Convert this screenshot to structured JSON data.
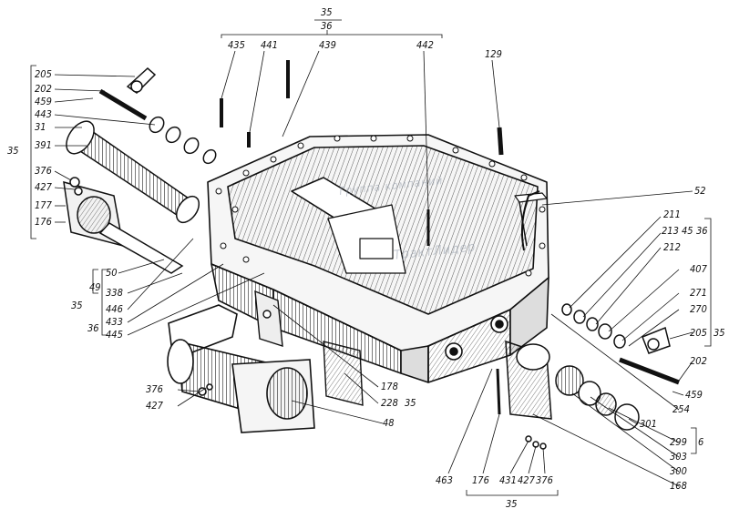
{
  "diagram": {
    "watermark_line1": "Группа компаний",
    "watermark_line2": "ТрактЛидер",
    "callouts": [
      {
        "id": "35_top",
        "text": "35"
      },
      {
        "id": "36_top",
        "text": "36"
      },
      {
        "id": "435",
        "text": "435"
      },
      {
        "id": "441",
        "text": "441"
      },
      {
        "id": "439",
        "text": "439"
      },
      {
        "id": "442",
        "text": "442"
      },
      {
        "id": "129",
        "text": "129"
      },
      {
        "id": "205_l",
        "text": "205"
      },
      {
        "id": "202_l",
        "text": "202"
      },
      {
        "id": "459_l",
        "text": "459"
      },
      {
        "id": "443",
        "text": "443"
      },
      {
        "id": "31",
        "text": "31"
      },
      {
        "id": "391",
        "text": "391"
      },
      {
        "id": "35_left",
        "text": "35"
      },
      {
        "id": "376_l",
        "text": "376"
      },
      {
        "id": "427_l",
        "text": "427"
      },
      {
        "id": "177",
        "text": "177"
      },
      {
        "id": "176_l",
        "text": "176"
      },
      {
        "id": "49",
        "text": "49"
      },
      {
        "id": "50",
        "text": "50"
      },
      {
        "id": "338",
        "text": "338"
      },
      {
        "id": "35_mid",
        "text": "35"
      },
      {
        "id": "446",
        "text": "446"
      },
      {
        "id": "36_mid",
        "text": "36"
      },
      {
        "id": "433",
        "text": "433"
      },
      {
        "id": "445",
        "text": "445"
      },
      {
        "id": "52",
        "text": "52"
      },
      {
        "id": "211",
        "text": "211"
      },
      {
        "id": "213",
        "text": "213"
      },
      {
        "id": "45",
        "text": "45"
      },
      {
        "id": "36_r",
        "text": "36"
      },
      {
        "id": "212",
        "text": "212"
      },
      {
        "id": "407",
        "text": "407"
      },
      {
        "id": "271",
        "text": "271"
      },
      {
        "id": "270",
        "text": "270"
      },
      {
        "id": "205_r",
        "text": "205"
      },
      {
        "id": "35_r",
        "text": "35"
      },
      {
        "id": "202_r",
        "text": "202"
      },
      {
        "id": "459_r",
        "text": "459"
      },
      {
        "id": "254",
        "text": "254"
      },
      {
        "id": "301",
        "text": "301"
      },
      {
        "id": "299",
        "text": "299"
      },
      {
        "id": "6",
        "text": "6"
      },
      {
        "id": "303",
        "text": "303"
      },
      {
        "id": "300",
        "text": "300"
      },
      {
        "id": "168",
        "text": "168"
      },
      {
        "id": "178",
        "text": "178"
      },
      {
        "id": "228",
        "text": "228"
      },
      {
        "id": "35_228",
        "text": "35"
      },
      {
        "id": "48",
        "text": "48"
      },
      {
        "id": "376_b",
        "text": "376"
      },
      {
        "id": "427_b",
        "text": "427"
      },
      {
        "id": "463",
        "text": "463"
      },
      {
        "id": "176_b",
        "text": "176"
      },
      {
        "id": "431",
        "text": "431"
      },
      {
        "id": "427_bb",
        "text": "427"
      },
      {
        "id": "376_bb",
        "text": "376"
      },
      {
        "id": "35_bottom",
        "text": "35"
      }
    ]
  }
}
